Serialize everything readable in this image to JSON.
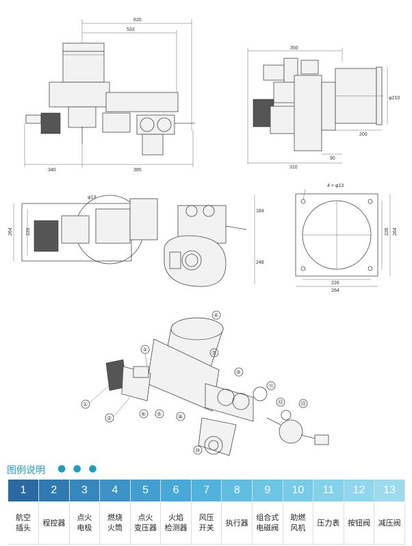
{
  "drawings": {
    "side_view": {
      "dims": [
        "620",
        "533",
        "340",
        "385"
      ]
    },
    "end_view": {
      "dims": [
        "350",
        "φ210",
        "200",
        "90",
        "310"
      ]
    },
    "top_view": {
      "dims": [
        "φ13",
        "264",
        "226",
        "184",
        "248"
      ]
    },
    "flange_view": {
      "dims": [
        "4 × φ13",
        "226",
        "264",
        "226",
        "264"
      ]
    },
    "isometric": {
      "callouts": [
        "①",
        "②",
        "③",
        "④",
        "⑤",
        "⑥",
        "⑦",
        "⑧",
        "⑨",
        "⑪",
        "⑫",
        "⑬",
        "⑩"
      ]
    }
  },
  "legend": {
    "title": "图例说明",
    "dots": "● ● ●",
    "colors": {
      "num_bg": [
        "#2a6aa0",
        "#2f7bb0",
        "#3587bc",
        "#3b93c6",
        "#419ecf",
        "#48a9d6",
        "#51b3dc",
        "#5ebde1",
        "#6bc5e5",
        "#77cbe8",
        "#84d1ea",
        "#90d6ec",
        "#9cdaee"
      ]
    },
    "items": [
      {
        "num": "1",
        "name": "航空插头"
      },
      {
        "num": "2",
        "name": "程控器"
      },
      {
        "num": "3",
        "name": "点火电极"
      },
      {
        "num": "4",
        "name": "燃烧火筒"
      },
      {
        "num": "5",
        "name": "点火变压器"
      },
      {
        "num": "6",
        "name": "火焰检测器"
      },
      {
        "num": "7",
        "name": "风压开关"
      },
      {
        "num": "8",
        "name": "执行器"
      },
      {
        "num": "9",
        "name": "组合式电磁阀"
      },
      {
        "num": "10",
        "name": "助燃风机"
      },
      {
        "num": "11",
        "name": "压力表"
      },
      {
        "num": "12",
        "name": "按钮阀"
      },
      {
        "num": "13",
        "name": "减压阀"
      }
    ]
  }
}
